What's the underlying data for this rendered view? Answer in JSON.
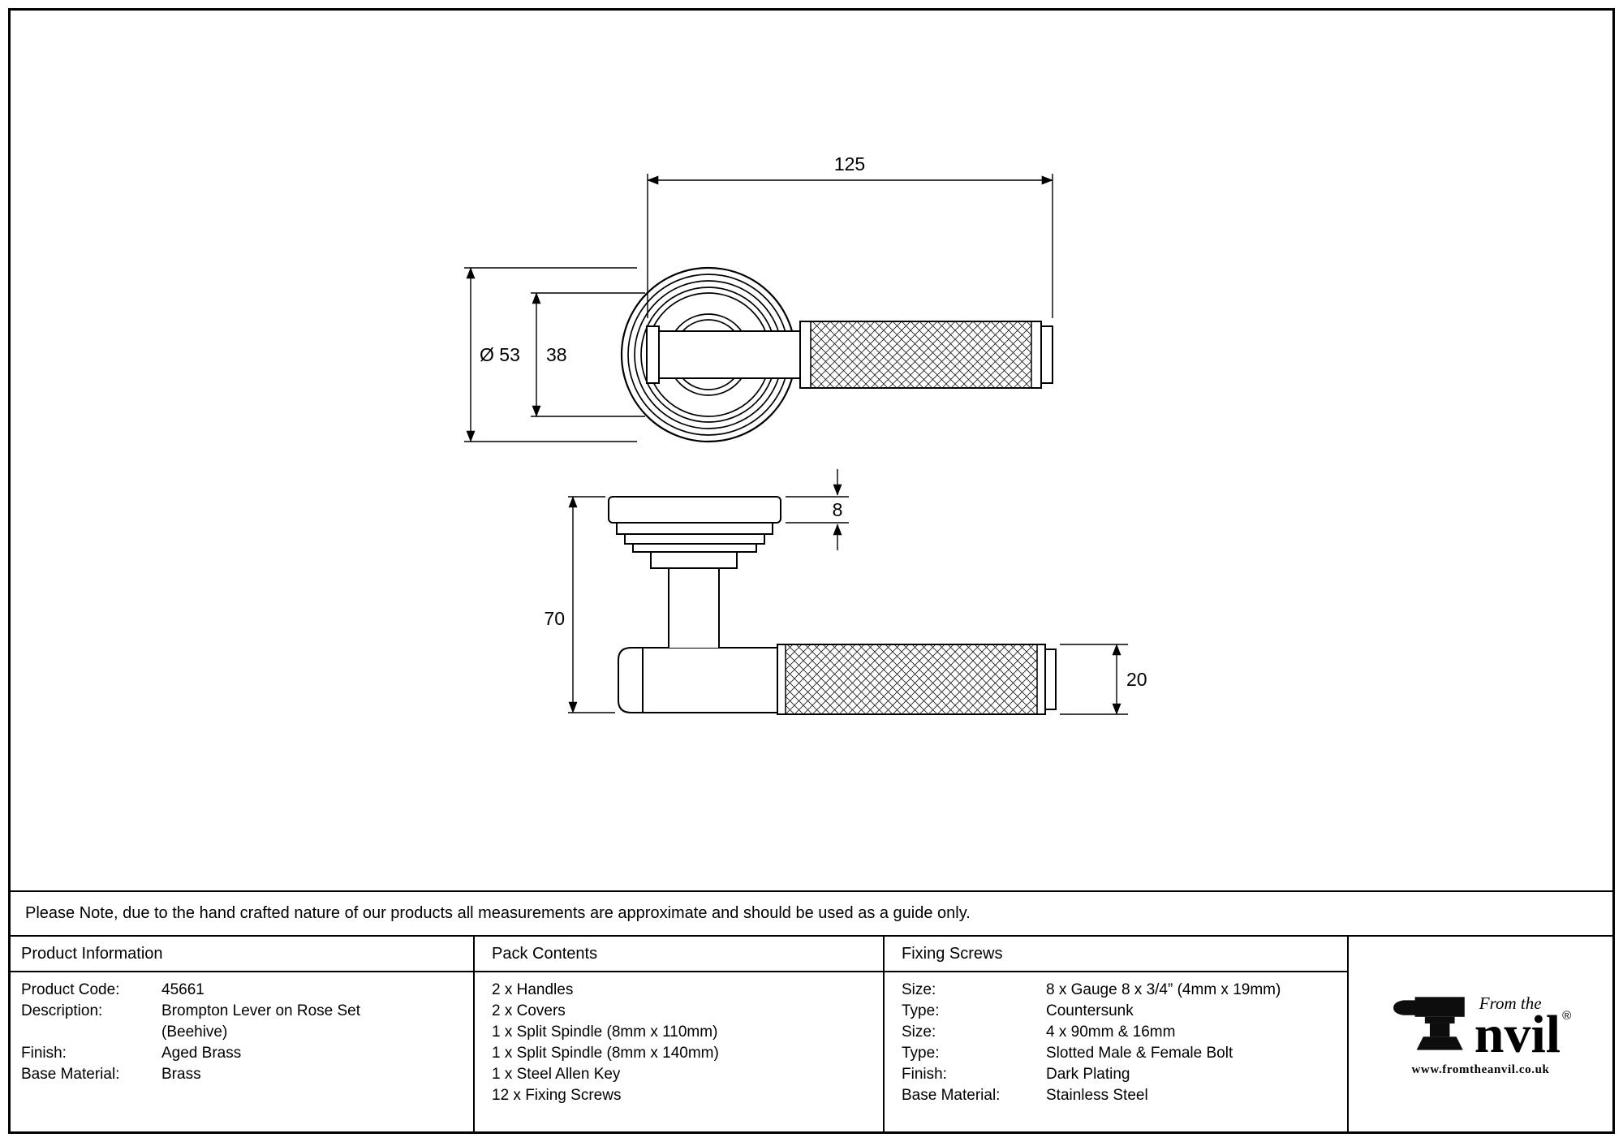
{
  "drawing": {
    "dim_length": "125",
    "dim_diameter": "Ø 53",
    "dim_rose_inner": "38",
    "dim_rose_thickness": "8",
    "dim_projection": "70",
    "dim_lever_height": "20"
  },
  "note": "Please Note, due to the hand crafted nature of our products all measurements are approximate and should be used as a guide only.",
  "table": {
    "product_info": {
      "header": "Product Information",
      "rows": [
        {
          "label": "Product Code:",
          "value": "45661"
        },
        {
          "label": "Description:",
          "value": "Brompton Lever on Rose Set (Beehive)"
        },
        {
          "label": "Finish:",
          "value": "Aged Brass"
        },
        {
          "label": "Base Material:",
          "value": "Brass"
        }
      ]
    },
    "pack_contents": {
      "header": "Pack Contents",
      "items": [
        "2 x Handles",
        "2 x Covers",
        "1 x Split Spindle (8mm x 110mm)",
        "1 x Split Spindle (8mm x 140mm)",
        "1 x Steel Allen Key",
        "12 x Fixing Screws"
      ]
    },
    "fixing_screws": {
      "header": "Fixing Screws",
      "rows": [
        {
          "label": "Size:",
          "value": "8 x Gauge 8 x 3/4” (4mm x 19mm)"
        },
        {
          "label": "Type:",
          "value": "Countersunk"
        },
        {
          "label": "Size:",
          "value": "4 x 90mm & 16mm"
        },
        {
          "label": "Type:",
          "value": "Slotted Male & Female Bolt"
        },
        {
          "label": "Finish:",
          "value": "Dark Plating"
        },
        {
          "label": "Base Material:",
          "value": "Stainless Steel"
        }
      ]
    }
  },
  "logo": {
    "tagline": "From the",
    "name": "nvil",
    "registered": "®",
    "url": "www.fromtheanvil.co.uk"
  }
}
